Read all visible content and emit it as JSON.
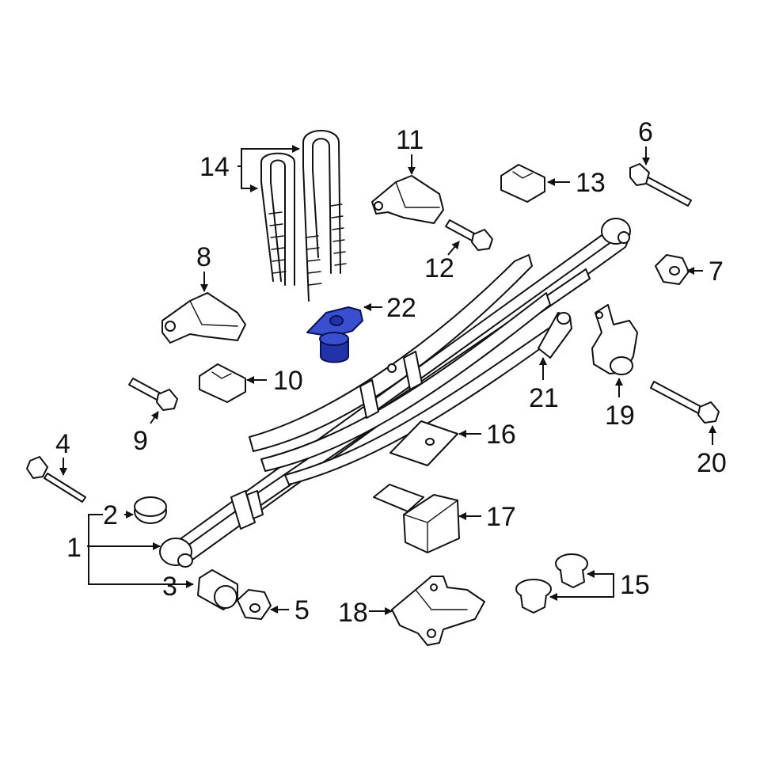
{
  "diagram": {
    "highlight_color": "#2233aa",
    "highlighted_part": "22",
    "callouts": {
      "c1": "1",
      "c2": "2",
      "c3": "3",
      "c4": "4",
      "c5": "5",
      "c6": "6",
      "c7": "7",
      "c8": "8",
      "c9": "9",
      "c10": "10",
      "c11": "11",
      "c12": "12",
      "c13": "13",
      "c14": "14",
      "c15": "15",
      "c16": "16",
      "c17": "17",
      "c18": "18",
      "c19": "19",
      "c20": "20",
      "c21": "21",
      "c22": "22"
    }
  }
}
